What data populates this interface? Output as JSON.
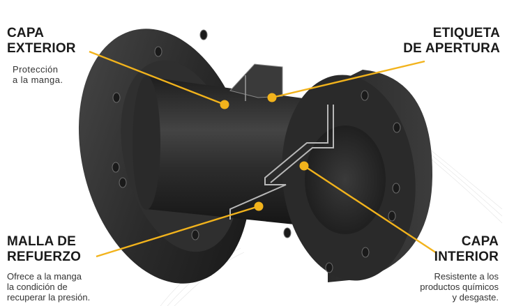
{
  "labels": {
    "capa_exterior": {
      "title_1": "CAPA",
      "title_2": "EXTERIOR",
      "desc_1": "Protección",
      "desc_2": "a la manga."
    },
    "etiqueta_apertura": {
      "title_1": "ETIQUETA",
      "title_2": "DE APERTURA"
    },
    "malla_refuerzo": {
      "title_1": "MALLA DE",
      "title_2": "REFUERZO",
      "desc_1": "Ofrece a la manga",
      "desc_2": "la condición de",
      "desc_3": "recuperar la presión."
    },
    "capa_interior": {
      "title_1": "CAPA",
      "title_2": "INTERIOR",
      "desc_1": "Resistente a los",
      "desc_2": "productos químicos",
      "desc_3": "y desgaste."
    }
  },
  "colors": {
    "leader": "#f2b31c",
    "title": "#1a1a1a",
    "product": "#2a2a2a"
  }
}
